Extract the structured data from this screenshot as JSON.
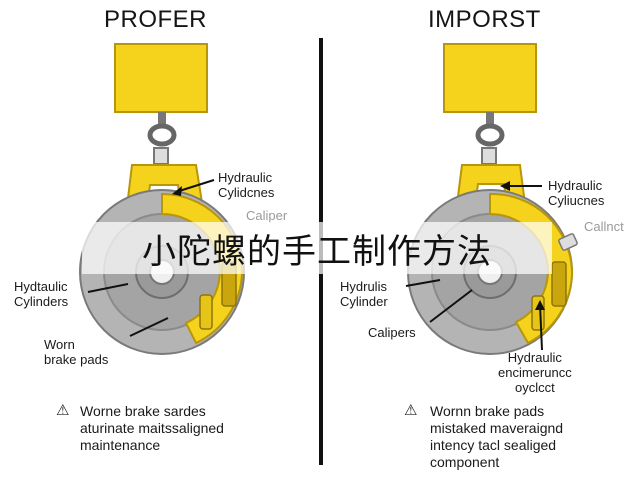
{
  "left": {
    "header": "PROFER",
    "label_hydraulic_top": "Hydraulic\nCylidcnes",
    "label_caliper": "Caliper",
    "label_hydraulic_side": "Hydtaulic\nCylinders",
    "label_worn": "Worn\nbrake pads",
    "note": "Worne brake sardes\naturinate maitssaligned\nmaintenance"
  },
  "right": {
    "header": "IMPORST",
    "label_hydraulic_top": "Hydraulic\nCyliucnes",
    "label_callout": "Callnct",
    "label_hydraulic_side": "Hydrulis\nCylinder",
    "label_calipers": "Calipers",
    "label_bottom": "Hydraulic\nencimeruncc\noyclcct",
    "note": "Wornn brake pads\nmistaked maveraignd\nintency tacl sealiged\ncomponent"
  },
  "banner": {
    "text": "小陀螺的手工制作方法"
  },
  "icons": {
    "warning": "warning-triangle-icon"
  },
  "colors": {
    "yellow": "#F5D21C",
    "yellow_dark": "#C9A50E",
    "steel": "#9B9B9B",
    "steel_dark": "#6E6E6E",
    "divider": "#111111"
  }
}
